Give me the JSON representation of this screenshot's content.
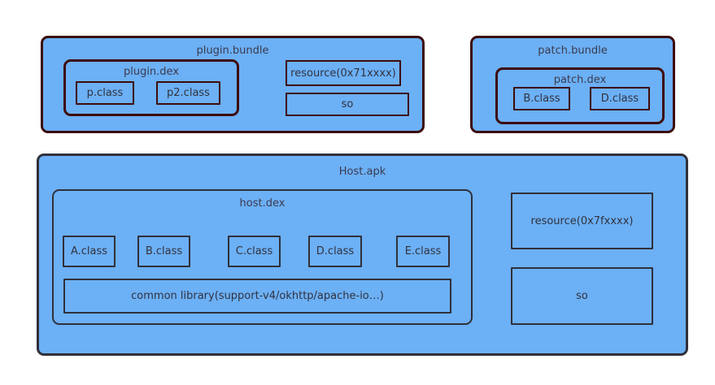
{
  "diagram": {
    "title_text_color": "#32323f",
    "fill_color": "#6cb0f5",
    "bundle_border_color": "#3d0b0b",
    "host_border_color": "#30303a",
    "background_color": "#ffffff",
    "plugin_bundle": {
      "title": "plugin.bundle",
      "dex": {
        "title": "plugin.dex",
        "classes": [
          {
            "label": "p.class"
          },
          {
            "label": "p2.class"
          }
        ]
      },
      "assets": [
        {
          "label": "resource(0x71xxxx)"
        },
        {
          "label": "so"
        }
      ]
    },
    "patch_bundle": {
      "title": "patch.bundle",
      "dex": {
        "title": "patch.dex",
        "classes": [
          {
            "label": "B.class"
          },
          {
            "label": "D.class"
          }
        ]
      }
    },
    "host_apk": {
      "title": "Host.apk",
      "dex": {
        "title": "host.dex",
        "classes": [
          {
            "label": "A.class"
          },
          {
            "label": "B.class"
          },
          {
            "label": "C.class"
          },
          {
            "label": "D.class"
          },
          {
            "label": "E.class"
          }
        ],
        "common_library": "common library(support-v4/okhttp/apache-io…)"
      },
      "assets": [
        {
          "label": "resource(0x7fxxxx)"
        },
        {
          "label": "so"
        }
      ]
    }
  }
}
